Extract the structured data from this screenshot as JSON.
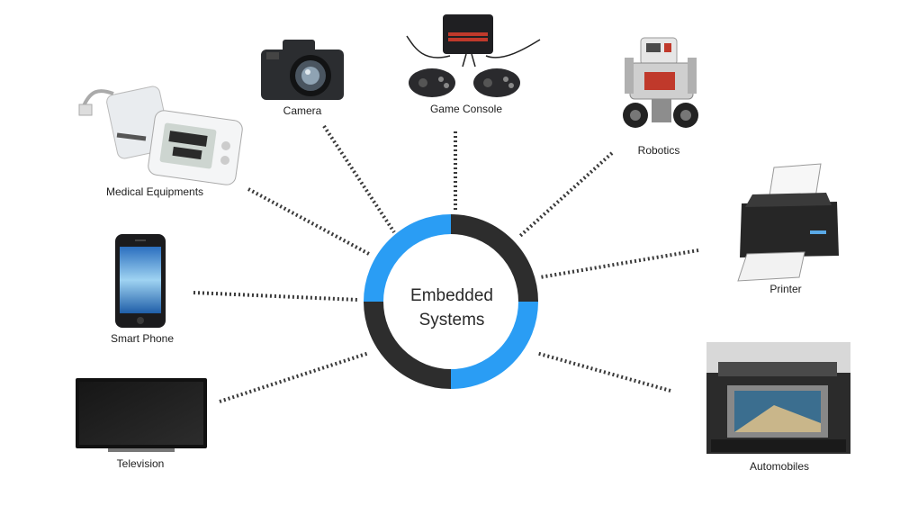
{
  "center": {
    "title_line1": "Embedded",
    "title_line2": "Systems",
    "ring_colors": [
      "#2a9df4",
      "#2d2d2d"
    ]
  },
  "devices": [
    {
      "id": "camera",
      "label": "Camera",
      "icon": "camera-icon"
    },
    {
      "id": "game-console",
      "label": "Game Console",
      "icon": "game-console-icon"
    },
    {
      "id": "robotics",
      "label": "Robotics",
      "icon": "robot-icon"
    },
    {
      "id": "medical",
      "label": "Medical Equipments",
      "icon": "medical-device-icon"
    },
    {
      "id": "printer",
      "label": "Printer",
      "icon": "printer-icon"
    },
    {
      "id": "smart-phone",
      "label": "Smart Phone",
      "icon": "smartphone-icon"
    },
    {
      "id": "television",
      "label": "Television",
      "icon": "television-icon"
    },
    {
      "id": "automobiles",
      "label": "Automobiles",
      "icon": "car-dashboard-icon"
    }
  ]
}
